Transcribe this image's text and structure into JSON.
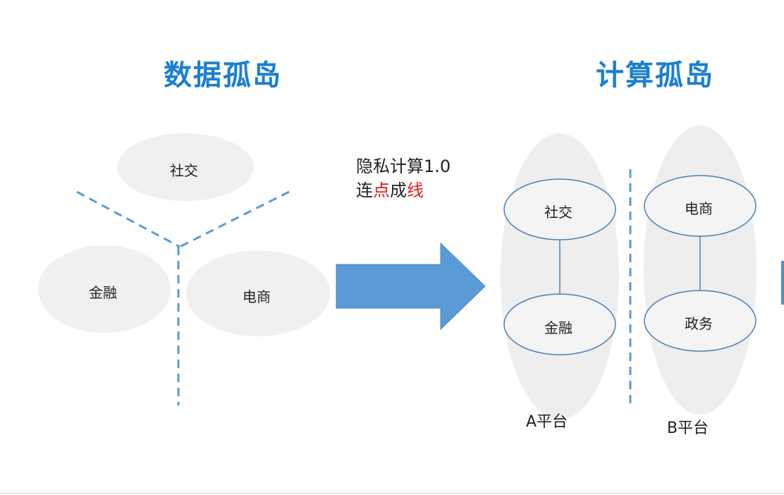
{
  "left": {
    "title": "数据孤岛",
    "nodes": {
      "social": "社交",
      "finance": "金融",
      "ecommerce": "电商"
    }
  },
  "middle": {
    "line1": "隐私计算1.0",
    "line2_a": "连",
    "line2_b": "点",
    "line2_c": "成",
    "line2_d": "线"
  },
  "right": {
    "title": "计算孤岛",
    "platform_a": {
      "label": "A平台",
      "top": "社交",
      "bottom": "金融"
    },
    "platform_b": {
      "label": "B平台",
      "top": "电商",
      "bottom": "政务"
    }
  },
  "colors": {
    "title": "#1a7fd0",
    "dashed": "#5b9bd5",
    "arrow": "#5b9bd5",
    "node_outline": "#4a7fb5",
    "bubble": "#f0f0f0",
    "highlight": "#e11b1b"
  }
}
